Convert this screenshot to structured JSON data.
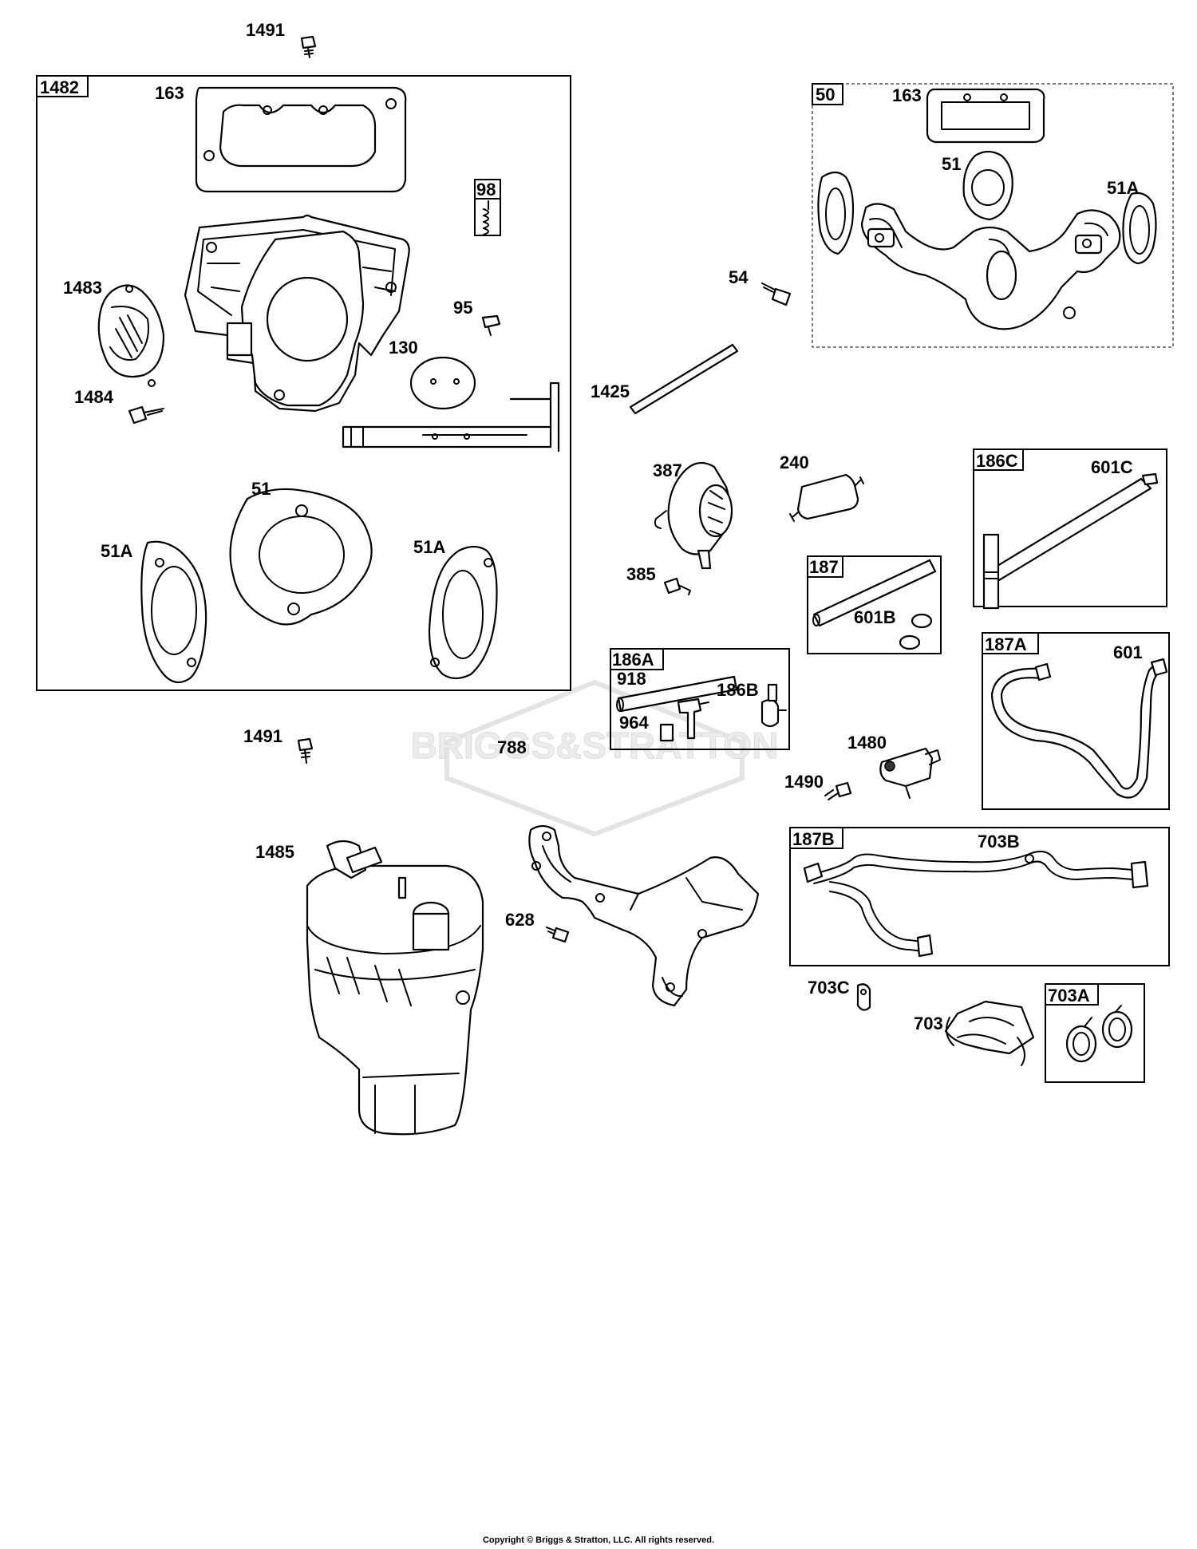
{
  "watermark": "BRIGGS&STRATTON",
  "copyright": "Copyright © Briggs & Stratton, LLC. All rights reserved.",
  "callouts": {
    "c1491_top": "1491",
    "c1482": "1482",
    "c163_left": "163",
    "c98": "98",
    "c1483": "1483",
    "c95": "95",
    "c130": "130",
    "c1484": "1484",
    "c51_left": "51",
    "c51A_left1": "51A",
    "c51A_left2": "51A",
    "c50": "50",
    "c163_right": "163",
    "c51_right": "51",
    "c51A_right": "51A",
    "c54": "54",
    "c1425": "1425",
    "c387": "387",
    "c240": "240",
    "c186C": "186C",
    "c601C": "601C",
    "c385": "385",
    "c187": "187",
    "c601B": "601B",
    "c186A": "186A",
    "c918": "918",
    "c186B": "186B",
    "c964": "964",
    "c187A": "187A",
    "c601": "601",
    "c1491_mid": "1491",
    "c788": "788",
    "c1480": "1480",
    "c1490": "1490",
    "c1485": "1485",
    "c187B": "187B",
    "c703B": "703B",
    "c628": "628",
    "c703C": "703C",
    "c703": "703",
    "c703A": "703A"
  }
}
